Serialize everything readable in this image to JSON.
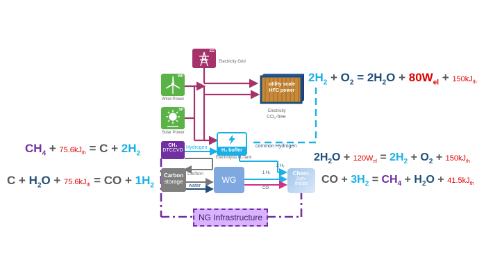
{
  "colors": {
    "purple": "#7030a0",
    "magenta": "#a5326b",
    "cyan": "#1ab0e6",
    "darkblue": "#1f4e79",
    "red": "#e00000",
    "gray": "#595959",
    "green": "#5bb348",
    "lightblue": "#7fa8e0",
    "ng_fill": "#d9b3ff"
  },
  "sources": {
    "grid_label": "Electricity Grid",
    "wind_label": "Wind Power",
    "solar_label": "Solar Power",
    "grid_badge": "EG",
    "wind_badge": "WP",
    "solar_badge": "SP"
  },
  "hfc": {
    "line1": "utility scale",
    "line2": "HFC power",
    "caption1": "Electricity",
    "caption2": "CO₂-free"
  },
  "blocks": {
    "ch4_line1": "CH₄",
    "ch4_line2": "DTCCVD",
    "carbon_line1": "Carbon",
    "carbon_line2": "storage",
    "wg": "WG",
    "chem_line1": "Chem.",
    "chem_line2": "Syn-",
    "chem_line3": "thesis",
    "buffer": "H₂ buffer",
    "buffer_caption": "Electrolysis H₂Tank",
    "ng": "NG Infrastructure"
  },
  "flows": {
    "hydrogen": "Hydrogen",
    "common_hydrogen": "common Hydrogen",
    "carbon": "Carbon",
    "water": "water",
    "h2_top": "2 H₂",
    "h2_mid": "1 H₂",
    "co": "CO"
  },
  "equations": {
    "eq1": {
      "a": "CH",
      "a_sub": "4",
      "plus1": " + ",
      "energy": "75.6kJ",
      "energy_sub": "th",
      "rest1": " = C + ",
      "rest2": "2H",
      "rest2_sub": "2"
    },
    "eq2": {
      "a": "C",
      "plus1": " + ",
      "b": "H",
      "b_sub": "2",
      "c": "O",
      "plus2": " + ",
      "energy": "75.6kJ",
      "energy_sub": "th",
      "eqs": " = CO + ",
      "d": "1H",
      "d_sub": "2"
    },
    "eq3": {
      "a": "2H",
      "a_sub": "2",
      "plus1": " + ",
      "b": "O",
      "b_sub": "2",
      "eqs": " = 2H",
      "c_sub": "2",
      "c": "O",
      "plus2": " + ",
      "power": "80W",
      "power_sub": "el",
      "plus3": " + ",
      "energy": "150kJ",
      "energy_sub": "th"
    },
    "eq4": {
      "a": "2H",
      "a_sub": "2",
      "c": "O",
      "plus1": " + ",
      "power": "120W",
      "power_sub": "el",
      "eqs": " = ",
      "b": "2H",
      "b_sub": "2",
      "plus2": " + ",
      "d": "O",
      "d_sub": "2",
      "plus3": " + ",
      "energy": "150kJ",
      "energy_sub": "th"
    },
    "eq5": {
      "a": "CO",
      "plus1": " + ",
      "b": "3H",
      "b_sub": "2",
      "eqs": " = ",
      "c": "CH",
      "c_sub": "4",
      "plus2": " + ",
      "d": "H",
      "d_sub": "2",
      "e": "O",
      "plus3": " + ",
      "energy": "41.5kJ",
      "energy_sub": "th"
    }
  }
}
